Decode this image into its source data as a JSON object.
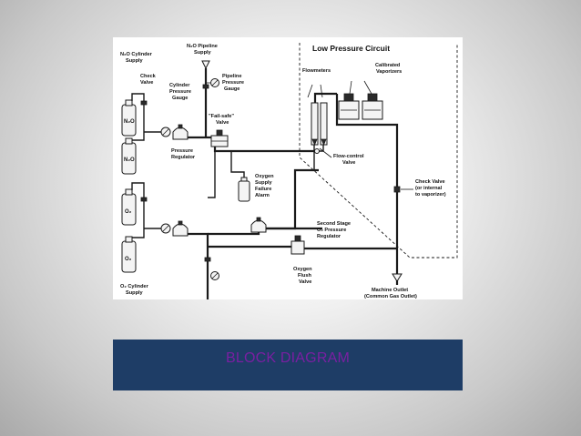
{
  "slide": {
    "caption": "BLOCK DIAGRAM"
  },
  "diagram": {
    "title": "Low Pressure Circuit",
    "labels": {
      "n2o_cylinder_supply": [
        "N₂O Cylinder",
        "Supply"
      ],
      "n2o_pipeline_supply": [
        "N₂O Pipeline",
        "Supply"
      ],
      "check_valve": [
        "Check",
        "Valve"
      ],
      "cylinder_pressure_gauge": [
        "Cylinder",
        "Pressure",
        "Gauge"
      ],
      "pipeline_pressure_gauge": [
        "Pipeline",
        "Pressure",
        "Gauge"
      ],
      "fail_safe_valve": [
        "\"Fail-safe\"",
        "Valve"
      ],
      "pressure_regulator": [
        "Pressure",
        "Regulator"
      ],
      "oxygen_supply_failure_alarm": [
        "Oxygen",
        "Supply",
        "Failure",
        "Alarm"
      ],
      "flowmeters": "Flowmeters",
      "calibrated_vaporizers": [
        "Calibrated",
        "Vaporizers"
      ],
      "flow_control_valve": [
        "Flow-control",
        "Valve"
      ],
      "check_valve_internal": [
        "Check Valve",
        "(or internal",
        "to vaporizer)"
      ],
      "second_stage_regulator": [
        "Second Stage",
        "O₂ Pressure",
        "Regulator"
      ],
      "oxygen_flush_valve": [
        "Oxygen",
        "Flush",
        "Valve"
      ],
      "machine_outlet": [
        "Machine Outlet",
        "(Common Gas Outlet)"
      ],
      "o2_cylinder_supply": [
        "O₂ Cylinder",
        "Supply"
      ]
    },
    "cylinders": [
      "N₂O",
      "N₂O",
      "O₂",
      "O₂"
    ]
  }
}
